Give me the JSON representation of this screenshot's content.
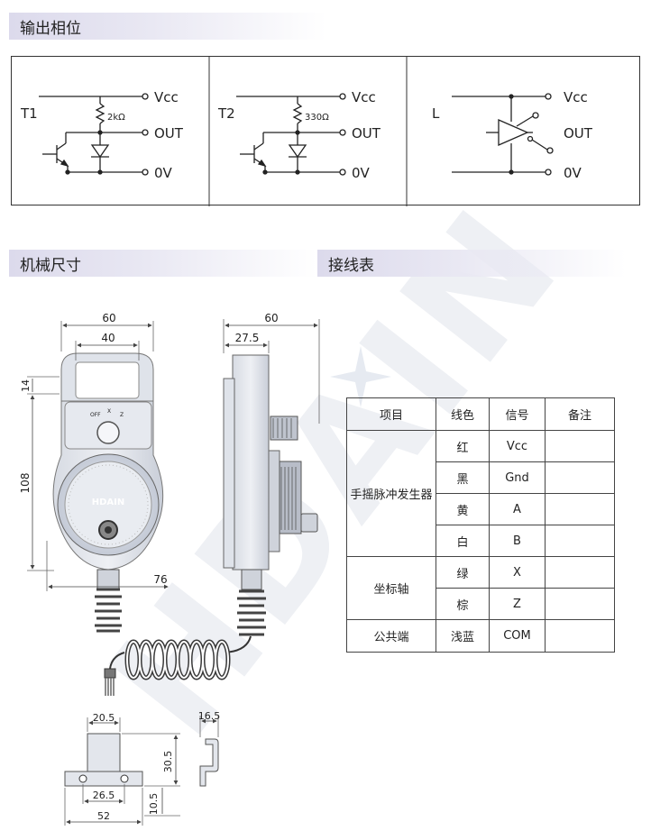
{
  "sections": {
    "output_phase": "输出相位",
    "mech_dims": "机械尺寸",
    "wiring": "接线表"
  },
  "circuits": [
    {
      "id": "T1",
      "label": "T1",
      "resistor": "2kΩ",
      "vcc": "Vcc",
      "out": "OUT",
      "zero": "0V"
    },
    {
      "id": "T2",
      "label": "T2",
      "resistor": "330Ω",
      "vcc": "Vcc",
      "out": "OUT",
      "zero": "0V"
    },
    {
      "id": "L",
      "label": "L",
      "vcc": "Vcc",
      "out": "OUT",
      "zero": "0V"
    }
  ],
  "dimensions": {
    "front_w60": "60",
    "front_w40": "40",
    "front_h14": "14",
    "front_h108": "108",
    "front_w76": "76",
    "side_w60": "60",
    "side_w275": "27.5",
    "bracket_w205": "20.5",
    "bracket_w265": "26.5",
    "bracket_w52": "52",
    "bracket_h305": "30.5",
    "bracket_h105": "10.5",
    "bracket_side_w165": "16.5"
  },
  "dial_labels": {
    "off": "OFF",
    "x": "X",
    "z": "Z"
  },
  "dial_brand": "HDAIN",
  "watermark": "HDAIN",
  "table": {
    "headers": [
      "项目",
      "线色",
      "信号",
      "备注"
    ],
    "groups": [
      {
        "name": "手摇脉冲发生器",
        "rows": [
          {
            "color": "红",
            "signal": "Vcc",
            "note": ""
          },
          {
            "color": "黑",
            "signal": "Gnd",
            "note": ""
          },
          {
            "color": "黄",
            "signal": "A",
            "note": ""
          },
          {
            "color": "白",
            "signal": "B",
            "note": ""
          }
        ]
      },
      {
        "name": "坐标轴",
        "rows": [
          {
            "color": "绿",
            "signal": "X",
            "note": ""
          },
          {
            "color": "棕",
            "signal": "Z",
            "note": ""
          }
        ]
      },
      {
        "name": "公共端",
        "rows": [
          {
            "color": "浅蓝",
            "signal": "COM",
            "note": ""
          }
        ]
      }
    ]
  }
}
